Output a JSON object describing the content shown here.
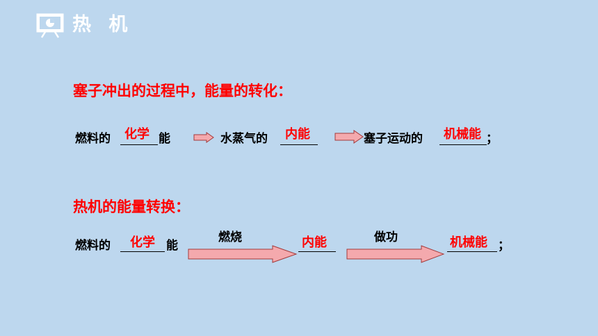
{
  "header": {
    "title": "热 机",
    "icon": "presentation-board-icon"
  },
  "section1": {
    "title": "塞子冲出的过程中，能量的转化：",
    "items": [
      {
        "prefix": "燃料的",
        "answer": "化学",
        "suffix": "能"
      },
      {
        "prefix": "水蒸气的",
        "answer": "内能",
        "suffix": ""
      },
      {
        "prefix": "塞子运动的",
        "answer": "机械能",
        "suffix": "；"
      }
    ]
  },
  "section2": {
    "title": "热机的能量转换：",
    "items": [
      {
        "prefix": "燃料的",
        "answer": "化学",
        "suffix": "能"
      },
      {
        "answer": "内能"
      },
      {
        "answer": "机械能",
        "suffix": "；"
      }
    ],
    "arrows": [
      {
        "label": "燃烧"
      },
      {
        "label": "做功"
      }
    ]
  },
  "colors": {
    "background": "#bdd7ee",
    "answer": "#ff0000",
    "title": "#ff0000",
    "arrow_fill": "#f4a9ad",
    "arrow_stroke": "#a33a3a"
  }
}
